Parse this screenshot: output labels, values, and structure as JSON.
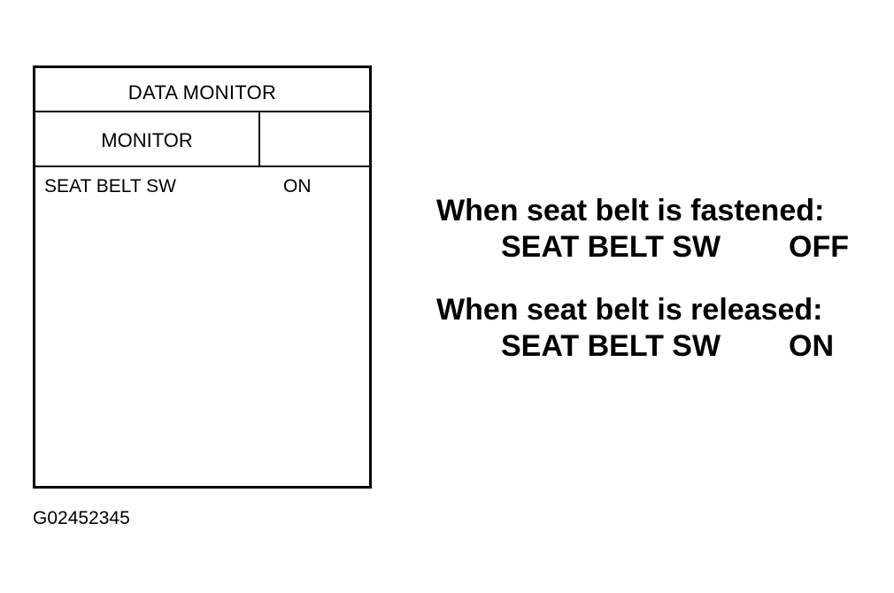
{
  "monitor_table": {
    "title": "DATA MONITOR",
    "header_monitor": "MONITOR",
    "header_value": "",
    "rows": [
      {
        "item": "SEAT BELT SW",
        "value": "ON"
      }
    ]
  },
  "conditions": [
    {
      "heading": "When seat belt is fastened:",
      "item": "SEAT BELT SW",
      "value": "OFF"
    },
    {
      "heading": "When seat belt is released:",
      "item": "SEAT BELT SW",
      "value": "ON"
    }
  ],
  "figure_id": "G02452345"
}
